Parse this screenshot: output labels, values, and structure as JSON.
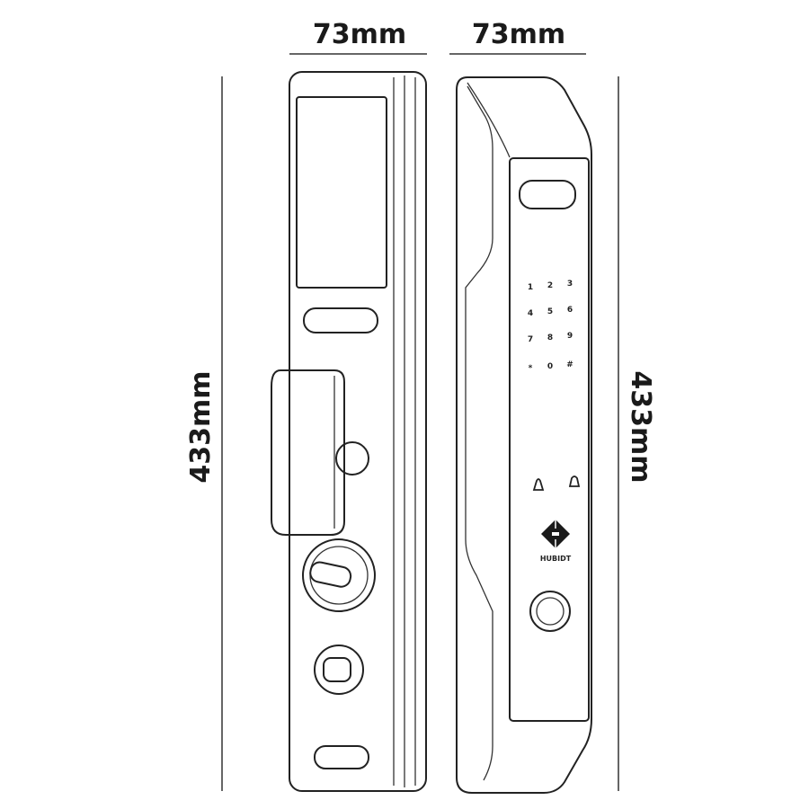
{
  "dimensions": {
    "front_width": "73mm",
    "side_width": "73mm",
    "front_height": "433mm",
    "side_height": "433mm"
  },
  "keypad": {
    "keys": [
      "1",
      "2",
      "3",
      "4",
      "5",
      "6",
      "7",
      "8",
      "9",
      "*",
      "0",
      "#"
    ]
  },
  "logo": {
    "text": "HUBIDT"
  }
}
